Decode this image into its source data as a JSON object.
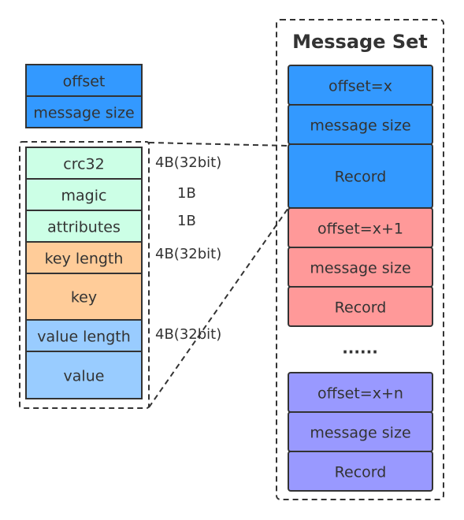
{
  "message_header": {
    "offset": "offset",
    "message_size": "message size"
  },
  "record_fields": [
    {
      "label": "crc32",
      "size": "4B(32bit)"
    },
    {
      "label": "magic",
      "size": "1B"
    },
    {
      "label": "attributes",
      "size": "1B"
    },
    {
      "label": "key length",
      "size": "4B(32bit)"
    },
    {
      "label": "key",
      "size": ""
    },
    {
      "label": "value length",
      "size": "4B(32bit)"
    },
    {
      "label": "value",
      "size": ""
    }
  ],
  "message_set": {
    "title": "Message Set",
    "ellipsis": "......",
    "groups": [
      {
        "offset": "offset=x",
        "message_size": "message size",
        "record": "Record"
      },
      {
        "offset": "offset=x+1",
        "message_size": "message size",
        "record": "Record"
      },
      {
        "offset": "offset=x+n",
        "message_size": "message size",
        "record": "Record"
      }
    ]
  },
  "colors": {
    "blue": "#3399ff",
    "red": "#ff9999",
    "purple": "#9999ff",
    "green": "#ccffe6",
    "orange": "#ffcc99",
    "light_blue": "#99ccff",
    "stroke": "#333333"
  }
}
